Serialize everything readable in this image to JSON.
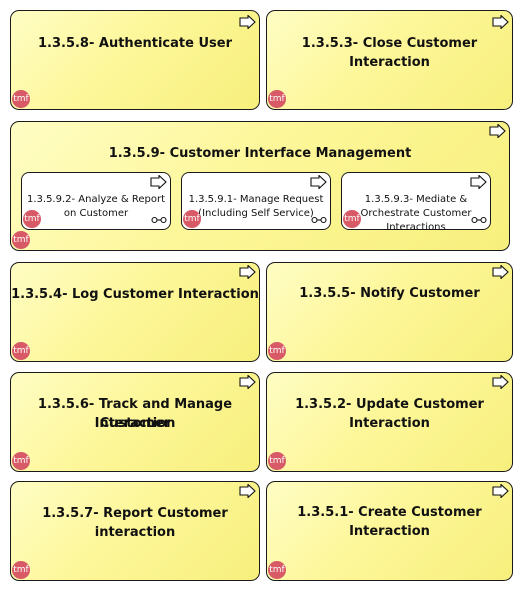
{
  "diagram": {
    "logo_text": "tmf",
    "boxes": {
      "authenticate_user": "1.3.5.8- Authenticate User",
      "close_customer_interaction": "1.3.5.3- Close Customer Interaction",
      "customer_interface_management": "1.3.5.9- Customer Interface Management",
      "log_customer_interaction": "1.3.5.4- Log Customer Interaction",
      "notify_customer": "1.3.5.5- Notify Customer",
      "track_and_manage_line1": "1.3.5.6- Track and Manage Customer",
      "track_and_manage_line2": "Interaction",
      "update_customer_line1": "1.3.5.2- Update Customer",
      "update_customer_line2": "Interaction",
      "report_customer_interaction": "1.3.5.7- Report Customer interaction",
      "create_customer_interaction": "1.3.5.1- Create Customer Interaction"
    },
    "sub_boxes": {
      "analyze_report_line1": "1.3.5.9.2- Analyze & Report",
      "analyze_report_line2": "on Customer",
      "manage_request_line1": "1.3.5.9.1- Manage Request",
      "manage_request_line2": "(Including Self Service)",
      "mediate_orchestrate_line1": "1.3.5.9.3- Mediate &",
      "mediate_orchestrate_line2": "Orchestrate Customer",
      "mediate_orchestrate_line3": "Interactions"
    }
  }
}
